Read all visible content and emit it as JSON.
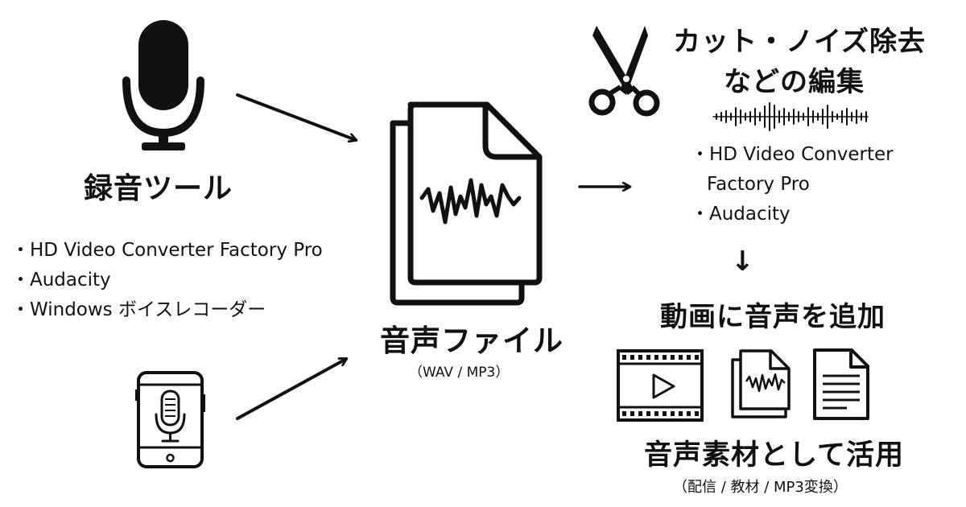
{
  "recording": {
    "title": "録音ツール",
    "items": [
      "・HD Video Converter Factory Pro",
      "・Audacity",
      "・Windows ボイスレコーダー"
    ]
  },
  "audio_file": {
    "title": "音声ファイル",
    "formats": "（WAV / MP3）"
  },
  "editing": {
    "title_line1": "カット・ノイズ除去",
    "title_line2": "などの編集",
    "items": [
      "・HD Video Converter",
      "Factory Pro",
      "・Audacity"
    ],
    "arrow_down": "↓"
  },
  "add_to_video": {
    "title": "動画に音声を追加"
  },
  "material": {
    "title": "音声素材として活用",
    "note": "（配信 / 教材 / MP3変換）"
  },
  "colors": {
    "ink": "#111111",
    "background": "#ffffff"
  },
  "icons": [
    "microphone-icon",
    "smartphone-mic-icon",
    "audio-file-icon",
    "scissors-icon",
    "waveform-icon",
    "video-film-icon",
    "document-icon"
  ]
}
